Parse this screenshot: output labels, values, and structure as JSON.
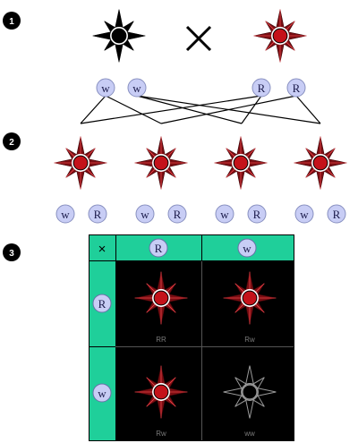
{
  "steps": [
    "1",
    "2",
    "3"
  ],
  "cross_symbol": "×",
  "parents": [
    {
      "name": "black-flower",
      "color": "#000000",
      "alleles": [
        "w",
        "w"
      ]
    },
    {
      "name": "red-flower",
      "color": "#c4121a",
      "alleles": [
        "R",
        "R"
      ]
    }
  ],
  "offspring": [
    {
      "alleles": [
        "w",
        "R"
      ]
    },
    {
      "alleles": [
        "w",
        "R"
      ]
    },
    {
      "alleles": [
        "w",
        "R"
      ]
    },
    {
      "alleles": [
        "w",
        "R"
      ]
    }
  ],
  "punnett": {
    "corner": "×",
    "col_headers": [
      "R",
      "w"
    ],
    "row_headers": [
      "R",
      "w"
    ],
    "cells": [
      {
        "genotype": "RR",
        "flower": "red"
      },
      {
        "genotype": "Rw",
        "flower": "red"
      },
      {
        "genotype": "Rw",
        "flower": "red"
      },
      {
        "genotype": "ww",
        "flower": "outline"
      }
    ]
  },
  "colors": {
    "flower_red": "#c4121a",
    "petal_dark": "#7a0d12",
    "allele_fill": "#c8cdf5",
    "header_green": "#1fcf9a",
    "cell_black": "#000000"
  }
}
